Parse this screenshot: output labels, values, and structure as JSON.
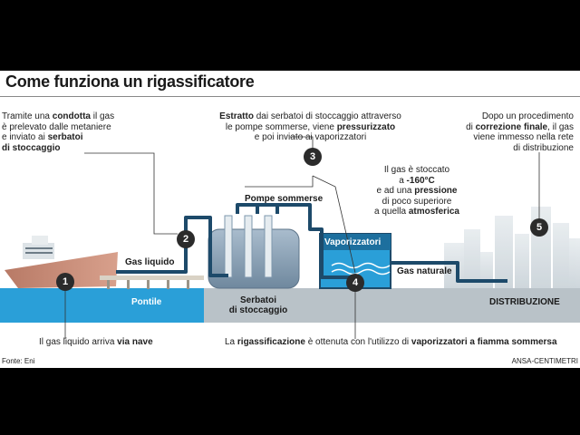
{
  "title": "Come funziona un rigassificatore",
  "note_left": {
    "l1a": "Tramite una ",
    "l1b": "condotta",
    "l1c": " il gas",
    "l2": "è prelevato dalle metaniere",
    "l3a": "e inviato ai ",
    "l3b": "serbatoi",
    "l4": "di stoccaggio"
  },
  "note_center": {
    "l1a": "Estratto",
    "l1b": " dai serbatoi di stoccaggio attraverso",
    "l2a": "le pompe sommerse, viene ",
    "l2b": "pressurizzato",
    "l3": "e poi inviato ai vaporizzatori"
  },
  "note_right": {
    "l1": "Dopo un procedimento",
    "l2a": "di ",
    "l2b": "correzione finale",
    "l2c": ", il gas",
    "l3": "viene immesso nella rete",
    "l4": "di distribuzione"
  },
  "note_storage": {
    "l1": "Il gas è stoccato",
    "l2a": "a ",
    "l2b": "-160°C",
    "l3a": "e ad una ",
    "l3b": "pressione",
    "l4": "di poco superiore",
    "l5a": "a quella ",
    "l5b": "atmosferica"
  },
  "labels": {
    "gas_liquido": "Gas liquido",
    "pompe": "Pompe sommerse",
    "vaporizzatori": "Vaporizzatori",
    "gas_naturale": "Gas naturale",
    "pontile": "Pontile",
    "serbatoi_1": "Serbatoi",
    "serbatoi_2": "di stoccaggio",
    "distribuzione": "DISTRIBUZIONE"
  },
  "bottom": {
    "left_a": "Il gas liquido arriva ",
    "left_b": "via nave",
    "right_a": "La ",
    "right_b": "rigassificazione",
    "right_c": " è ottenuta con l'utilizzo di ",
    "right_d": "vaporizzatori a fiamma sommersa"
  },
  "steps": [
    "1",
    "2",
    "3",
    "4",
    "5"
  ],
  "footer": {
    "source": "Fonte: Eni",
    "credit": "ANSA-CENTIMETRI"
  },
  "colors": {
    "pipe": "#1d4a6a",
    "water": "#2a9fd8",
    "ground": "#b9c2c8",
    "tank": "#7e97ad",
    "ship": "#c98a74"
  }
}
